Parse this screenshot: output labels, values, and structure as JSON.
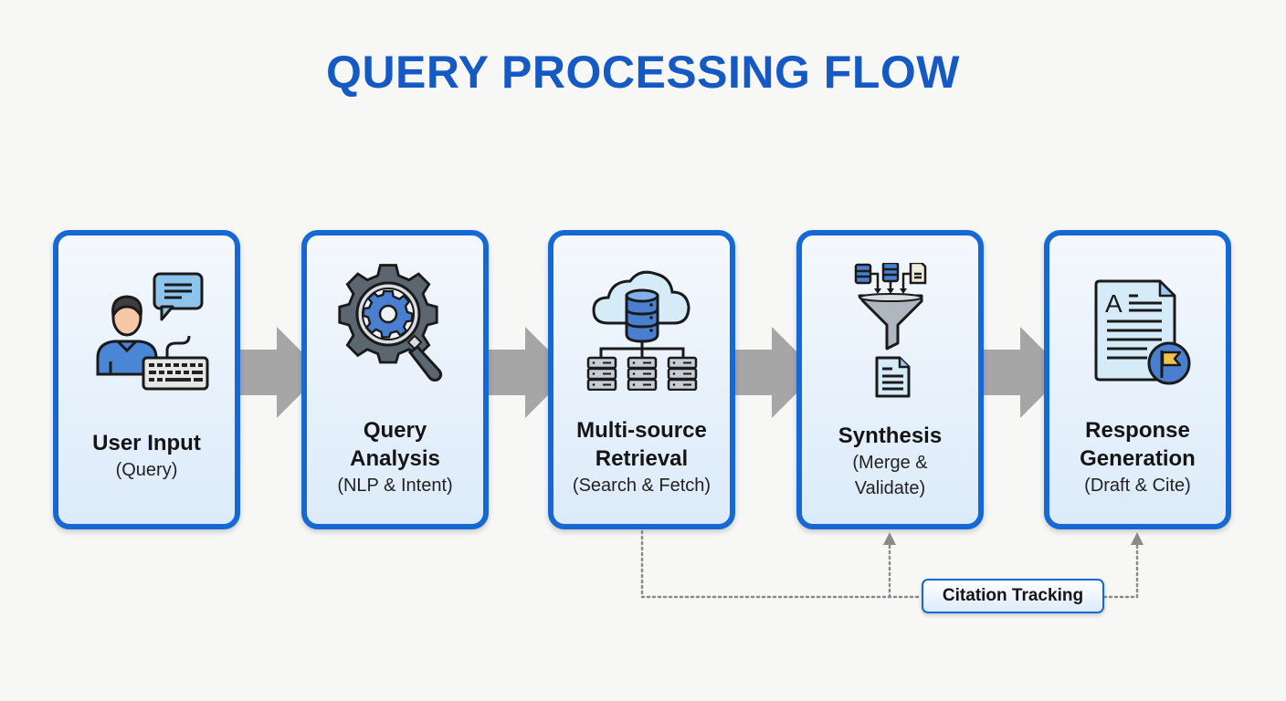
{
  "title": "QUERY PROCESSING FLOW",
  "colors": {
    "accent": "#1668d4",
    "title": "#1459c4",
    "arrow": "#a6a6a6",
    "connector": "#8a8a8a"
  },
  "steps": [
    {
      "name": "User Input",
      "sub": "(Query)",
      "icon": "user-keyboard-chat-icon"
    },
    {
      "name": "Query Analysis",
      "sub": "(NLP & Intent)",
      "icon": "gear-magnifier-icon"
    },
    {
      "name": "Multi-source Retrieval",
      "sub": "(Search & Fetch)",
      "icon": "cloud-database-servers-icon"
    },
    {
      "name": "Synthesis",
      "sub": "(Merge & Validate)",
      "icon": "funnel-merge-document-icon"
    },
    {
      "name": "Response Generation",
      "sub": "(Draft & Cite)",
      "icon": "document-flag-icon"
    }
  ],
  "citation": {
    "label": "Citation Tracking",
    "from": "Multi-source Retrieval",
    "to": [
      "Synthesis",
      "Response Generation"
    ]
  }
}
